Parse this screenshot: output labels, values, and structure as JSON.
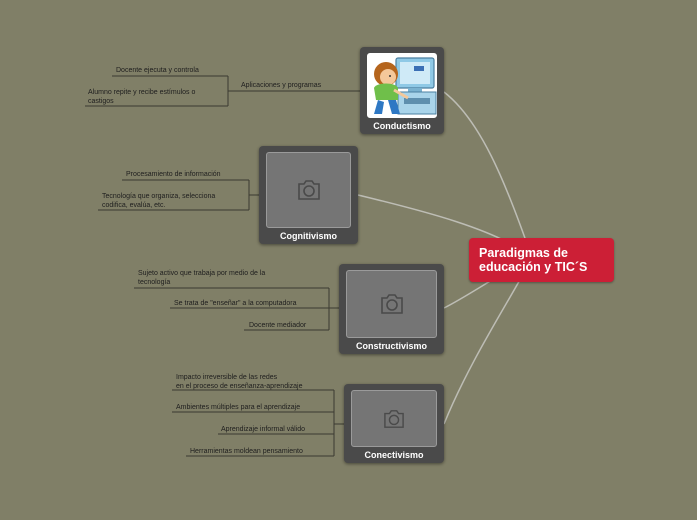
{
  "central": {
    "line1": "Paradigmas de",
    "line2": "educación y TIC´S"
  },
  "branches": [
    {
      "name": "Conductismo",
      "image": "boy-at-computer",
      "items": [
        {
          "label": "Aplicaciones y programas"
        },
        {
          "label": "Docente ejecuta y controla"
        },
        {
          "label": "Alumno repite y recibe estímulos o",
          "label2": "castigos"
        }
      ]
    },
    {
      "name": "Cognitivismo",
      "image": "camera-icon",
      "items": [
        {
          "label": "Procesamiento de información"
        },
        {
          "label": "Tecnología que organiza, selecciona",
          "label2": "codifica, evalúa, etc."
        }
      ]
    },
    {
      "name": "Constructivismo",
      "image": "camera-icon",
      "items": [
        {
          "label": "Sujeto activo que trabaja por medio de la",
          "label2": "tecnología"
        },
        {
          "label": "Se trata de \"enseñar\" a la computadora"
        },
        {
          "label": "Docente mediador"
        }
      ]
    },
    {
      "name": "Conectivismo",
      "image": "camera-icon",
      "items": [
        {
          "label": "Impacto irreversible de las redes",
          "label2": "en el proceso de enseñanza-aprendizaje"
        },
        {
          "label": "Ambientes múltiples para el aprendizaje"
        },
        {
          "label": "Aprendizaje informal válido"
        },
        {
          "label": "Herramientas moldean pensamiento"
        }
      ]
    }
  ],
  "colors": {
    "background": "#807f67",
    "central": "#cc1f36",
    "card": "#4a4a4a",
    "connector": "#b8b8b0",
    "subline": "#3a3a30"
  }
}
